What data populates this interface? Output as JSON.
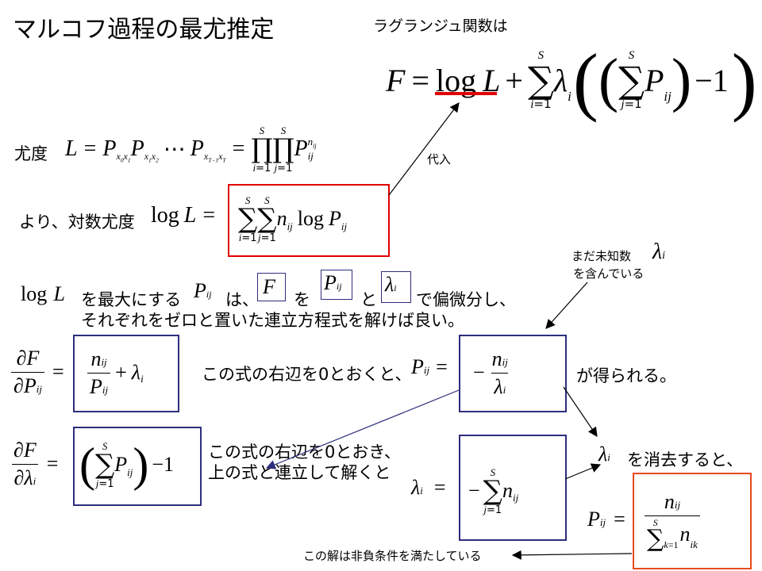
{
  "title": "マルコフ過程の最尤推定",
  "lagrange_label": "ラグランジュ関数は",
  "likelihood_label": "尤度",
  "loglik_label": "より、対数尤度",
  "substitute_label": "代入",
  "unknown_note_line1": "まだ未知数",
  "unknown_note_line2": "を含んでいる",
  "maximize_sentence": {
    "part1": "を最大にする",
    "part2": "は、",
    "part3": "を",
    "part4": "と",
    "part5": "で偏微分し、",
    "line2": "それぞれをゼロと置いた連立方程式を解けば良い。"
  },
  "rhs_zero_text": "この式の右辺を0とおくと、",
  "obtained_text": "が得られる。",
  "rhs_zero_text2_line1": "この式の右辺を0とおき、",
  "rhs_zero_text2_line2": "上の式と連立して解くと",
  "eliminate_text": "を消去すると、",
  "nonneg_note": "この解は非負条件を満たしている",
  "colors": {
    "red": "#e00000",
    "navy": "#2e2e7e",
    "orange": "#e84a1f"
  }
}
